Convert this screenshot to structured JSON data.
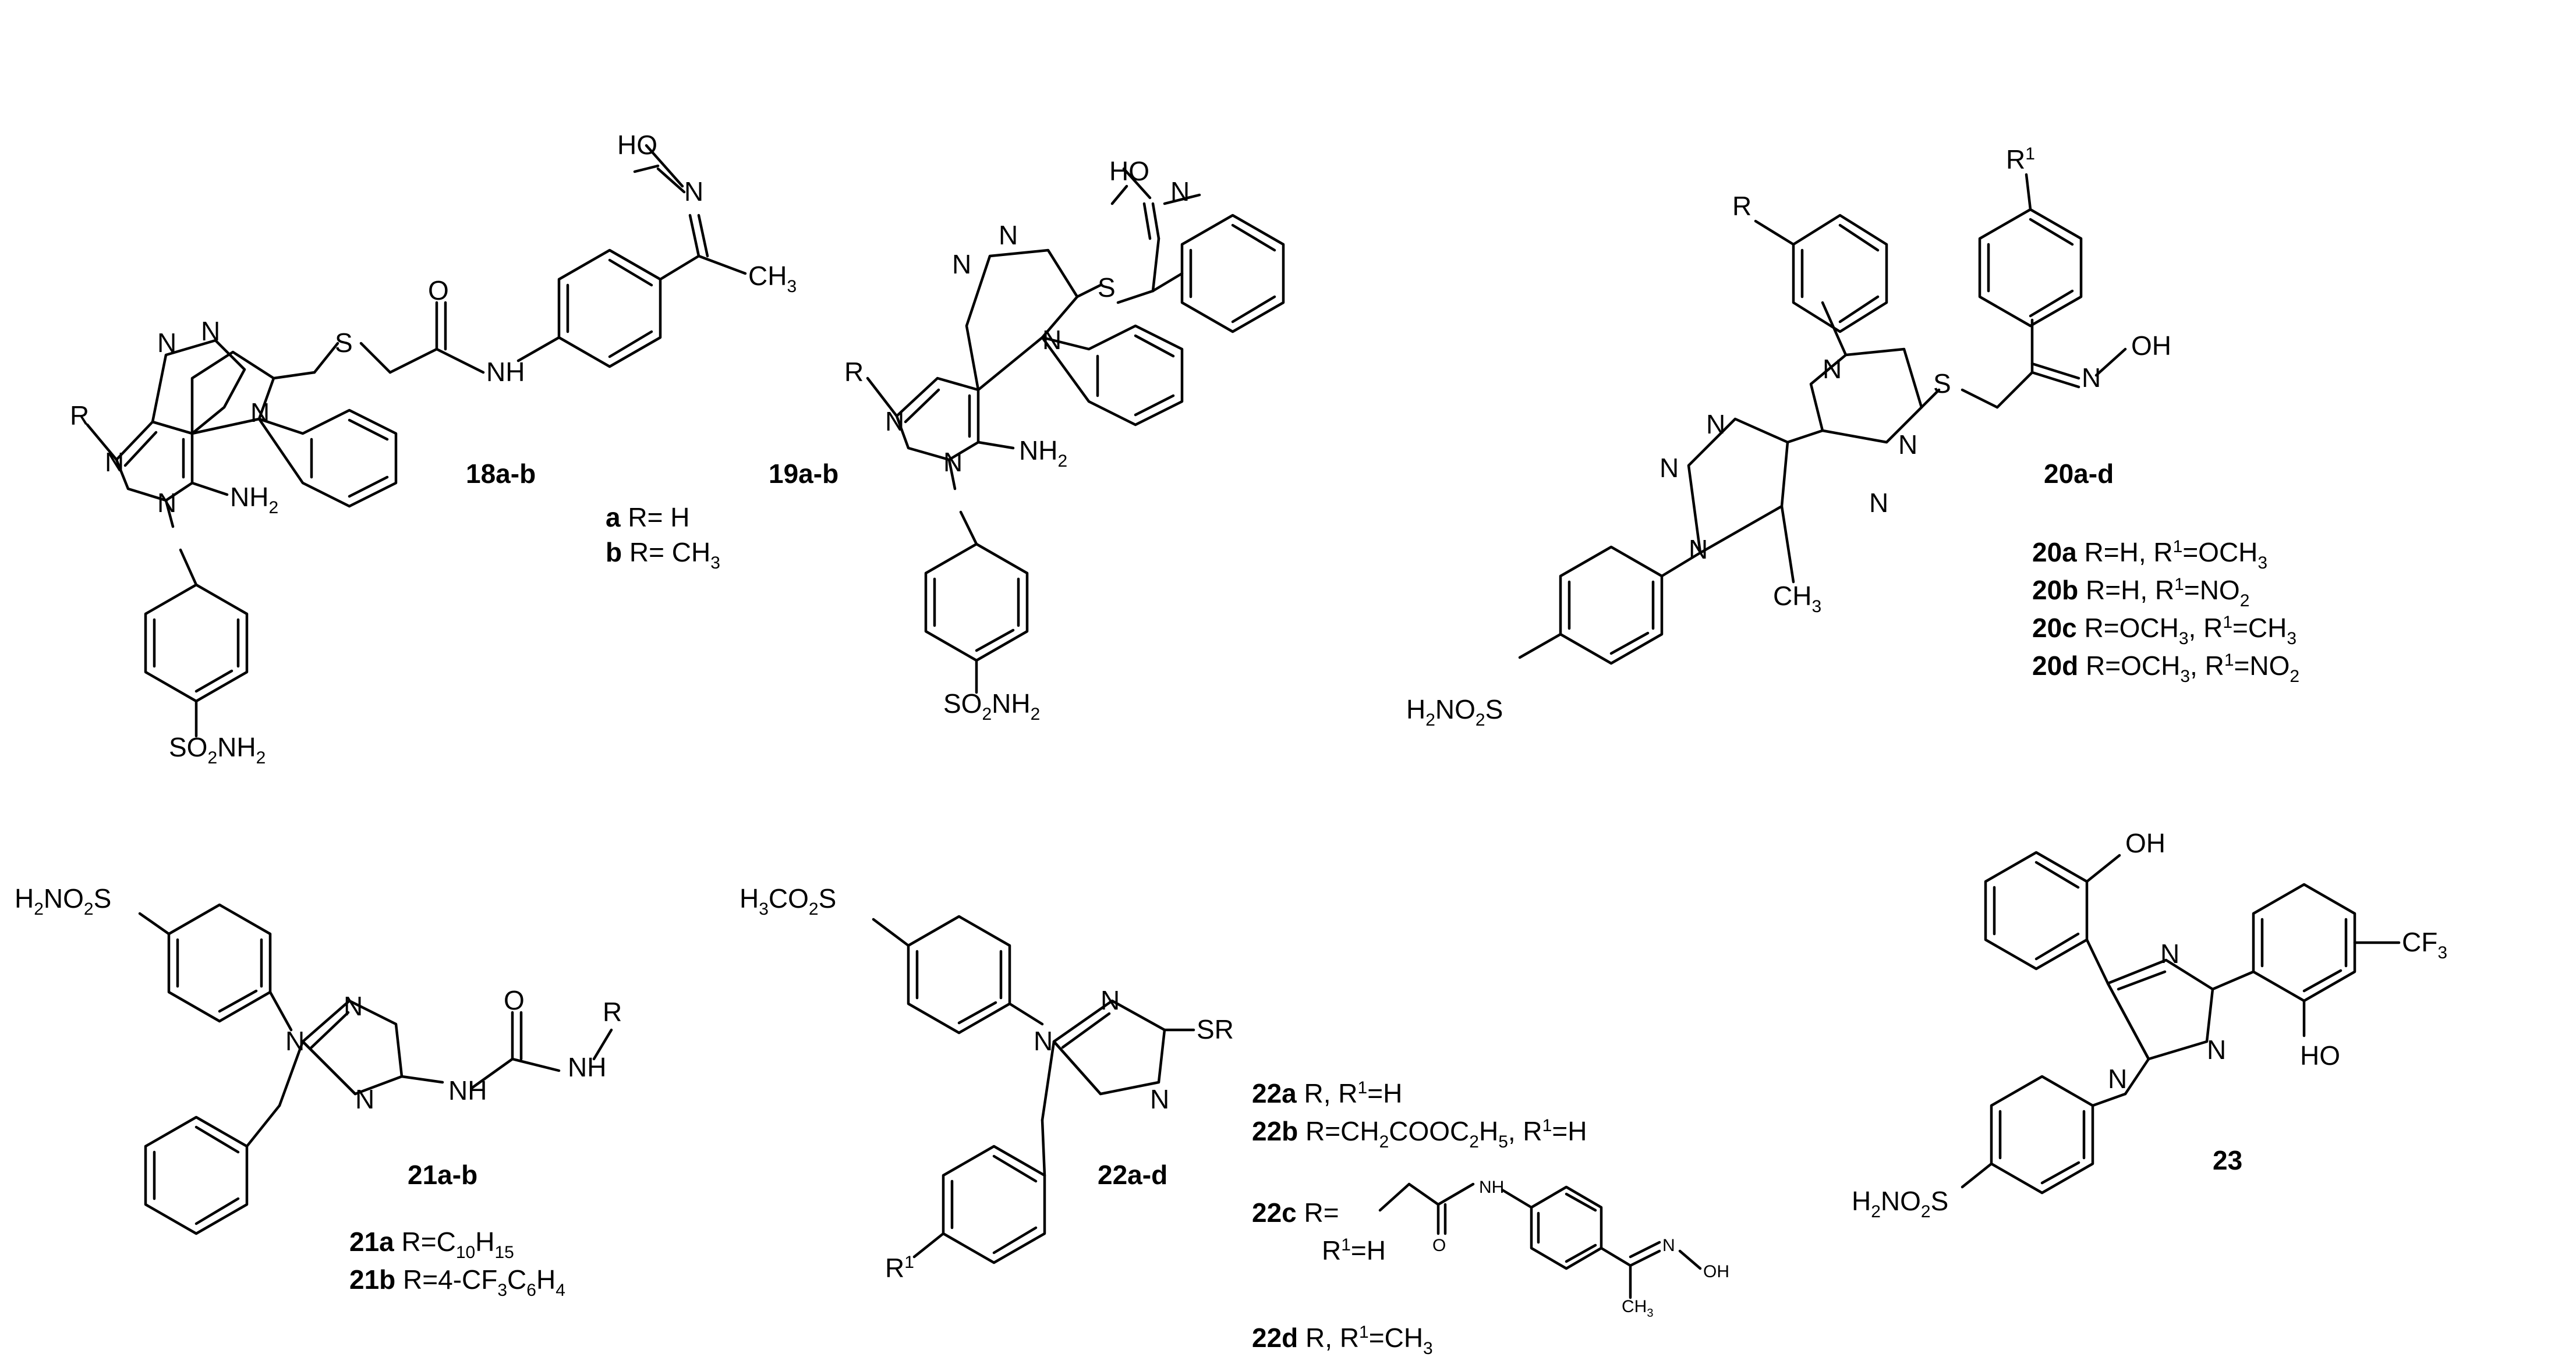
{
  "atoms": {
    "HO": "HO",
    "OH": "OH",
    "N": "N",
    "O": "O",
    "S": "S",
    "NH": "NH",
    "NH2": "NH2",
    "CH3": "CH3",
    "R": "R",
    "R1": "R1",
    "SO2NH2": "SO2NH2",
    "H2NO2S": "H2NO2S",
    "H3CO2S": "H3CO2S",
    "SR": "SR",
    "CF3": "CF3"
  },
  "compounds": {
    "c18": {
      "label": "18a-b",
      "variants": [
        {
          "id": "a",
          "text": "R= H"
        },
        {
          "id": "b",
          "text": "R= CH3"
        }
      ]
    },
    "c19": {
      "label": "19a-b"
    },
    "c20": {
      "label": "20a-d",
      "variants": [
        {
          "id": "20a",
          "text": "R=H, R1=OCH3"
        },
        {
          "id": "20b",
          "text": "R=H,  R1=NO2"
        },
        {
          "id": "20c",
          "text": "R=OCH3,  R1=CH3"
        },
        {
          "id": "20d",
          "text": "R=OCH3, R1=NO2"
        }
      ]
    },
    "c21": {
      "label": "21a-b",
      "variants": [
        {
          "id": "21a",
          "text": "R=C10H15"
        },
        {
          "id": "21b",
          "text": "R=4-CF3C6H4"
        }
      ]
    },
    "c22": {
      "label": "22a-d",
      "variants": [
        {
          "id": "22a",
          "text": "R, R1=H"
        },
        {
          "id": "22b",
          "text": "R=CH2COOC2H5, R1=H"
        },
        {
          "id": "22c",
          "text": "R=",
          "extra": "R1=H"
        },
        {
          "id": "22d",
          "text": "R, R1=CH3"
        }
      ]
    },
    "c23": {
      "label": "23"
    }
  }
}
